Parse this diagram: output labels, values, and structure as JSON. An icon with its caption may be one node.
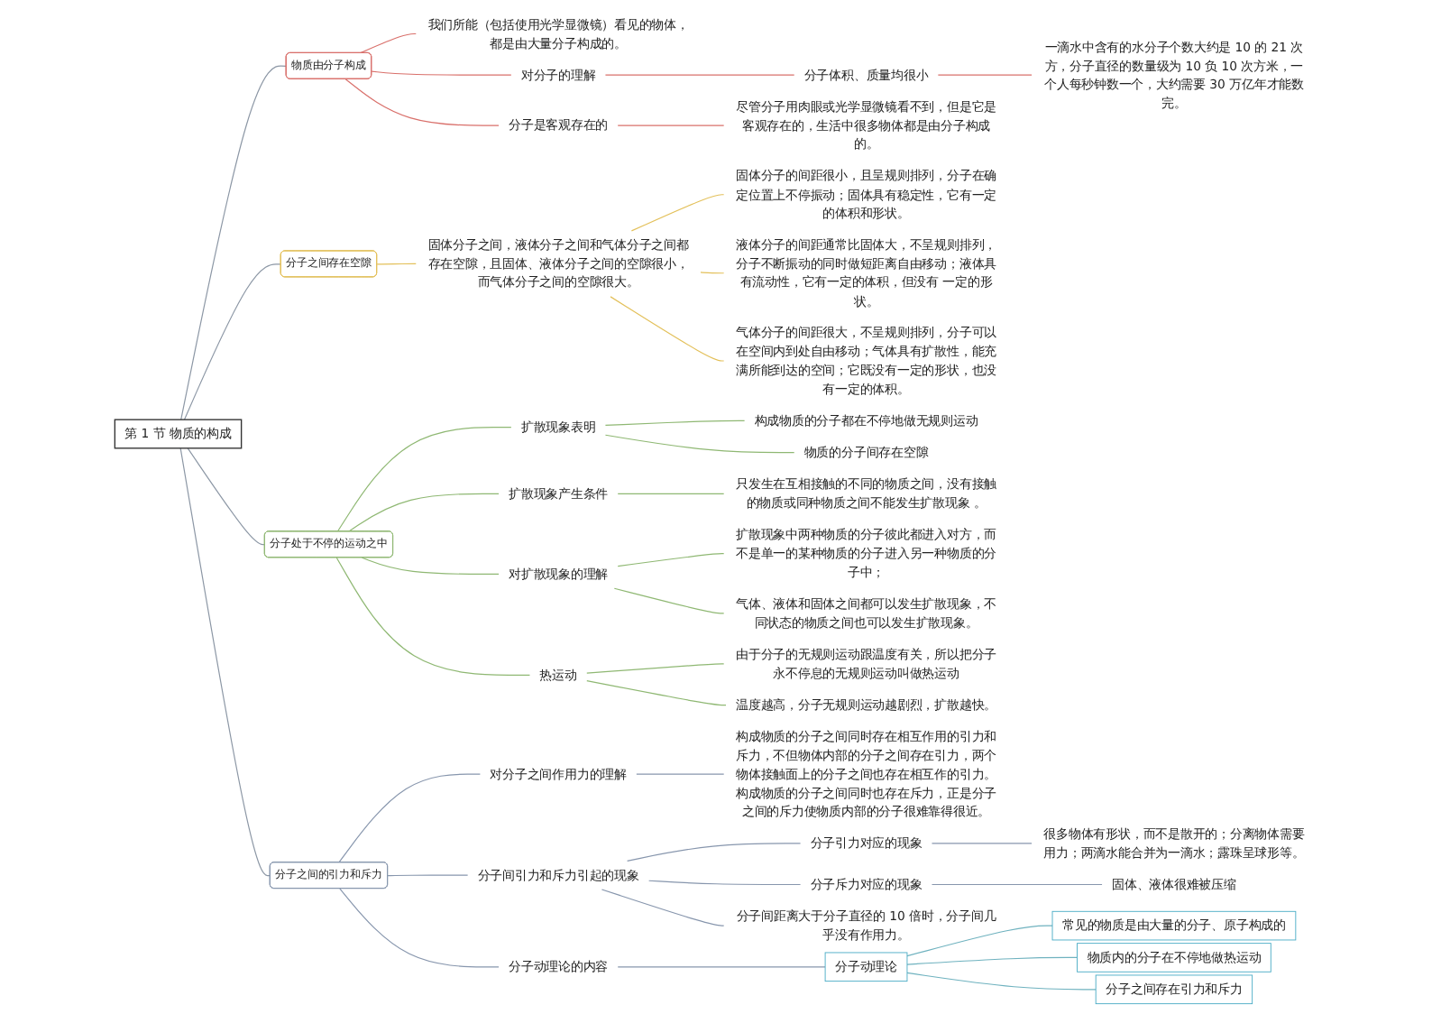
{
  "diagram": {
    "nodes": [
      {
        "text": [
          "第 1 节 物质的构成"
        ]
      },
      {
        "text": [
          "物质由分子构成"
        ]
      },
      {
        "text": [
          "我们所能（包括使用光学显微镜）看见的物体，都是由大量分子构成的。"
        ]
      },
      {
        "text": [
          "对分子的理解"
        ]
      },
      {
        "text": [
          "分子体积、质量均很小"
        ]
      },
      {
        "text": [
          "一滴水中含有的水分子个数大约是 10 的 21 次方，分子直径的数量级为 10 负 10 次方米，一个人每秒钟数一个，大约需要 30 万亿年才能数完。"
        ]
      },
      {
        "text": [
          "分子是客观存在的"
        ]
      },
      {
        "text": [
          "尽管分子用肉眼或光学显微镜看不到，但是它是客观存在的，生活中很多物体都是由分子构成的。"
        ]
      },
      {
        "text": [
          "分子之间存在空隙"
        ]
      },
      {
        "text": [
          "固体分子之间，液体分子之间和气体分子之间都存在空隙，且固体、液体分子之间的空隙很小，而气体分子之间的空隙很大。"
        ]
      },
      {
        "text": [
          "固体分子的间距很小，且呈规则排列，分子在确定位置上不停振动；固体具有稳定性，它有一定的体积和形状。"
        ]
      },
      {
        "text": [
          "液体分子的间距通常比固体大，不呈规则排列，分子不断振动的同时做短距离自由移动；液体具有流动性，它有一定的体积，但没有 一定的形状。"
        ]
      },
      {
        "text": [
          "气体分子的间距很大，不呈规则排列，分子可以在空间内到处自由移动；气体具有扩散性，能充满所能到达的空间；它既没有一定的形状，也没有一定的体积。"
        ]
      },
      {
        "text": [
          "分子处于不停的运动之中"
        ]
      },
      {
        "text": [
          "扩散现象表明"
        ]
      },
      {
        "text": [
          "构成物质的分子都在不停地做无规则运动"
        ]
      },
      {
        "text": [
          "物质的分子间存在空隙"
        ]
      },
      {
        "text": [
          "扩散现象产生条件"
        ]
      },
      {
        "text": [
          "只发生在互相接触的不同的物质之间，没有接触的物质或同种物质之间不能发生扩散现象 。"
        ]
      },
      {
        "text": [
          "对扩散现象的理解"
        ]
      },
      {
        "text": [
          "扩散现象中两种物质的分子彼此都进入对方，而不是单一的某种物质的分子进入另一种物质的分子中；"
        ]
      },
      {
        "text": [
          "气体、液体和固体之间都可以发生扩散现象，不同状态的物质之间也可以发生扩散现象。"
        ]
      },
      {
        "text": [
          "热运动"
        ]
      },
      {
        "text": [
          "由于分子的无规则运动跟温度有关，所以把分子永不停息的无规则运动叫做热运动"
        ]
      },
      {
        "text": [
          "温度越高，分子无规则运动越剧烈，扩散越快。"
        ]
      },
      {
        "text": [
          "分子之间的引力和斥力"
        ]
      },
      {
        "text": [
          "对分子之间作用力的理解"
        ]
      },
      {
        "text": [
          "构成物质的分子之间同时存在相互作用的引力和斥力，不但物体内部的分子之间存在引力，两个物体接触面上的分子之间也存在相互作的引力。构成物质的分子之间同时也存在斥力，正是分子之间的斥力使物质内部的分子很难靠得很近。"
        ]
      },
      {
        "text": [
          "分子间引力和斥力引起的现象"
        ]
      },
      {
        "text": [
          "分子引力对应的现象"
        ]
      },
      {
        "text": [
          "很多物体有形状，而不是散开的；分离物体需要用力；两滴水能合并为一滴水；露珠呈球形等。"
        ]
      },
      {
        "text": [
          "分子斥力对应的现象"
        ]
      },
      {
        "text": [
          "固体、液体很难被压缩"
        ]
      },
      {
        "text": [
          "分子间距离大于分子直径的 10 倍时，分子间几乎没有作用力。"
        ]
      },
      {
        "text": [
          "分子动理论的内容"
        ]
      },
      {
        "text": [
          "分子动理论"
        ]
      },
      {
        "text": [
          "常见的物质是由大量的分子、原子构成的"
        ]
      },
      {
        "text": [
          "物质内的分子在不停地做热运动"
        ]
      },
      {
        "text": [
          "分子之间存在引力和斥力"
        ]
      }
    ],
    "edges": [
      {
        "from": 0,
        "to": 1,
        "arrow": "none",
        "color": "#8c97a5"
      },
      {
        "from": 1,
        "to": 2,
        "arrow": "none",
        "color": "#d9706b"
      },
      {
        "from": 1,
        "to": 3,
        "arrow": "none",
        "color": "#d9706b"
      },
      {
        "from": 3,
        "to": 4,
        "arrow": "none",
        "color": "#d9706b"
      },
      {
        "from": 4,
        "to": 5,
        "arrow": "none",
        "color": "#d9706b"
      },
      {
        "from": 1,
        "to": 6,
        "arrow": "none",
        "color": "#d9706b"
      },
      {
        "from": 6,
        "to": 7,
        "arrow": "none",
        "color": "#d9706b"
      },
      {
        "from": 0,
        "to": 8,
        "arrow": "none",
        "color": "#8c97a5"
      },
      {
        "from": 8,
        "to": 9,
        "arrow": "none",
        "color": "#e3c05a"
      },
      {
        "from": 9,
        "to": 10,
        "arrow": "none",
        "color": "#e3c05a"
      },
      {
        "from": 9,
        "to": 11,
        "arrow": "none",
        "color": "#e3c05a"
      },
      {
        "from": 9,
        "to": 12,
        "arrow": "none",
        "color": "#e3c05a"
      },
      {
        "from": 0,
        "to": 13,
        "arrow": "none",
        "color": "#8c97a5"
      },
      {
        "from": 13,
        "to": 14,
        "arrow": "none",
        "color": "#8fb873"
      },
      {
        "from": 14,
        "to": 15,
        "arrow": "none",
        "color": "#8fb873"
      },
      {
        "from": 14,
        "to": 16,
        "arrow": "none",
        "color": "#8fb873"
      },
      {
        "from": 13,
        "to": 17,
        "arrow": "none",
        "color": "#8fb873"
      },
      {
        "from": 17,
        "to": 18,
        "arrow": "none",
        "color": "#8fb873"
      },
      {
        "from": 13,
        "to": 19,
        "arrow": "none",
        "color": "#8fb873"
      },
      {
        "from": 19,
        "to": 20,
        "arrow": "none",
        "color": "#8fb873"
      },
      {
        "from": 19,
        "to": 21,
        "arrow": "none",
        "color": "#8fb873"
      },
      {
        "from": 13,
        "to": 22,
        "arrow": "none",
        "color": "#8fb873"
      },
      {
        "from": 22,
        "to": 23,
        "arrow": "none",
        "color": "#8fb873"
      },
      {
        "from": 22,
        "to": 24,
        "arrow": "none",
        "color": "#8fb873"
      },
      {
        "from": 0,
        "to": 25,
        "arrow": "none",
        "color": "#8c97a5"
      },
      {
        "from": 25,
        "to": 26,
        "arrow": "none",
        "color": "#8796ad"
      },
      {
        "from": 26,
        "to": 27,
        "arrow": "none",
        "color": "#8796ad"
      },
      {
        "from": 25,
        "to": 28,
        "arrow": "none",
        "color": "#8796ad"
      },
      {
        "from": 28,
        "to": 29,
        "arrow": "none",
        "color": "#8796ad"
      },
      {
        "from": 29,
        "to": 30,
        "arrow": "none",
        "color": "#8796ad"
      },
      {
        "from": 28,
        "to": 31,
        "arrow": "none",
        "color": "#8796ad"
      },
      {
        "from": 31,
        "to": 32,
        "arrow": "none",
        "color": "#8796ad"
      },
      {
        "from": 28,
        "to": 33,
        "arrow": "none",
        "color": "#8796ad"
      },
      {
        "from": 25,
        "to": 34,
        "arrow": "none",
        "color": "#8796ad"
      },
      {
        "from": 34,
        "to": 35,
        "arrow": "none",
        "color": "#8796ad"
      },
      {
        "from": 35,
        "to": 36,
        "arrow": "none",
        "color": "#6fb2bf"
      },
      {
        "from": 35,
        "to": 37,
        "arrow": "none",
        "color": "#6fb2bf"
      },
      {
        "from": 35,
        "to": 38,
        "arrow": "none",
        "color": "#6fb2bf"
      }
    ]
  }
}
